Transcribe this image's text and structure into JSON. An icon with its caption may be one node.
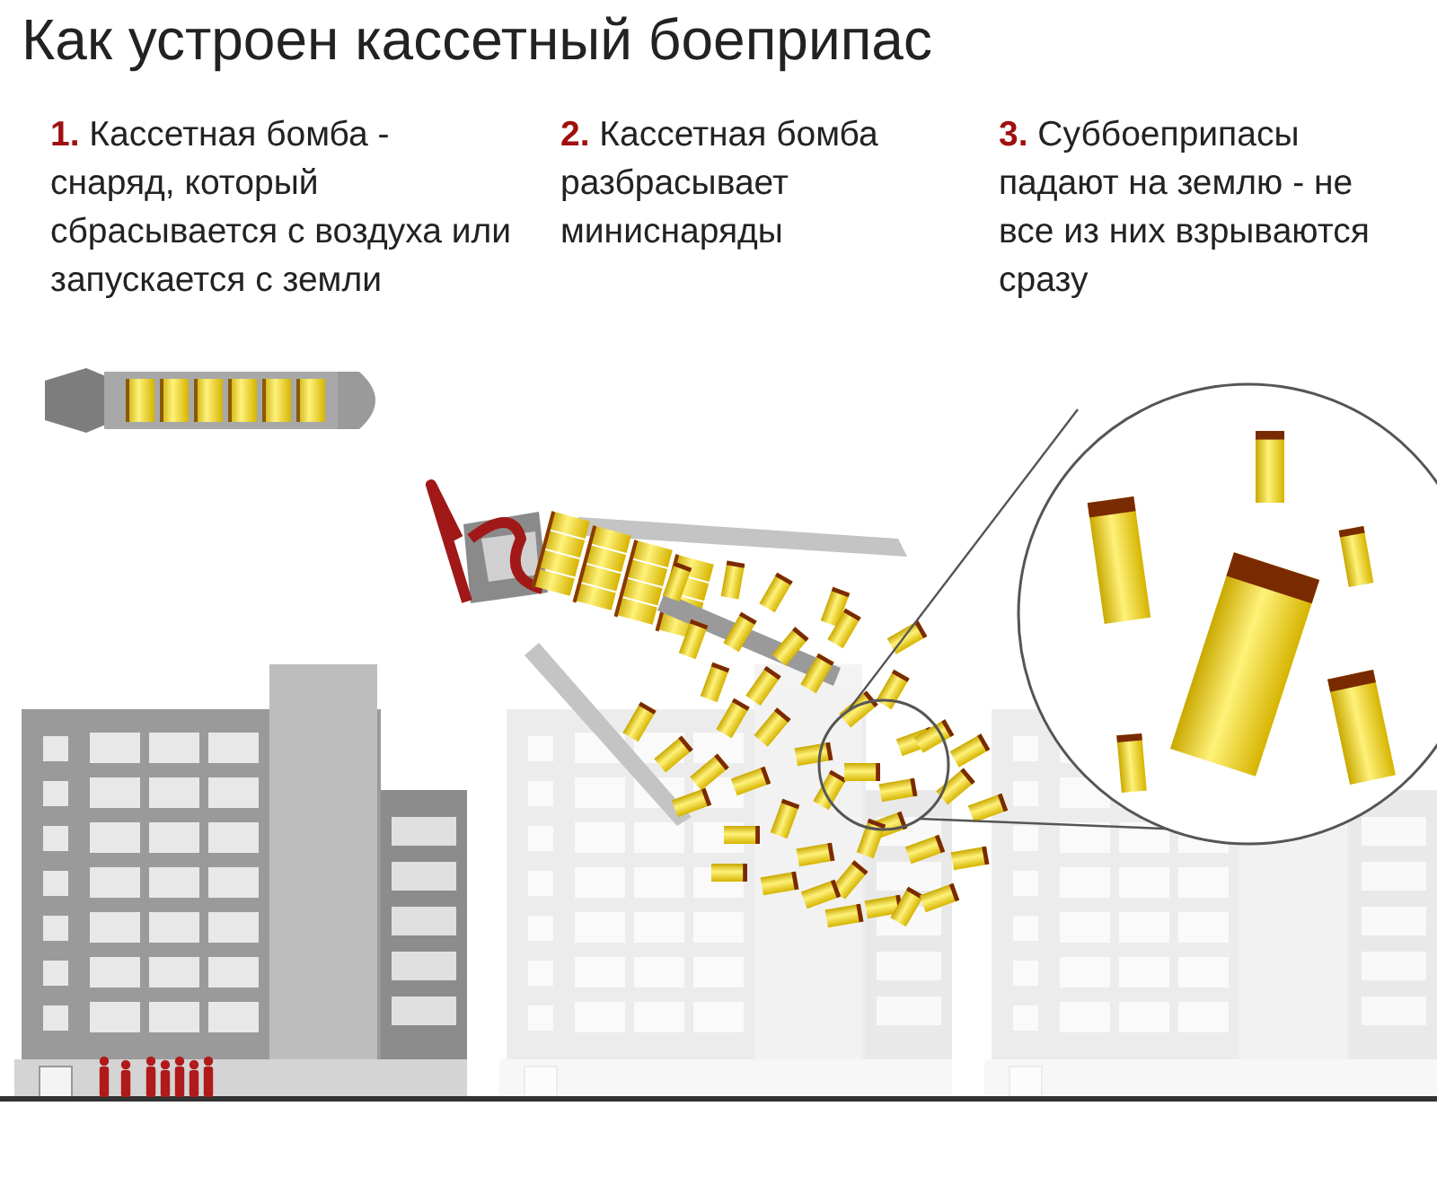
{
  "diagram": {
    "title": "Как устроен кассетный боеприпас",
    "labels": [
      "**1.** Кассетная бомба - снаряд, который сбрасывается с воздуха или запускается с земли",
      "**2.** Кассетная бомба разбрасывает миниснаряды",
      "**3.** Суббоеприпасы падают на землю - не все из них взрываются сразу"
    ]
  }
}
